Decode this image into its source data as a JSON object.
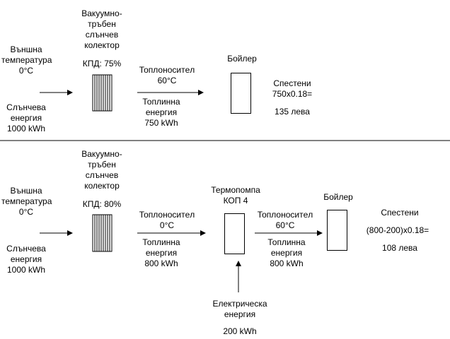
{
  "top": {
    "outside": [
      "Външна",
      "температура",
      "0°C"
    ],
    "solar_energy": [
      "Слънчева",
      "енергия",
      "1000 kWh"
    ],
    "collector": [
      "Вакуумно-",
      "тръбен",
      "слънчев",
      "колектор"
    ],
    "efficiency": "КПД: 75%",
    "carrier": [
      "Топлоноситeл",
      "60°C"
    ],
    "heat_energy": [
      "Топлинна",
      "енергия",
      "750 kWh"
    ],
    "boiler": "Бойлер",
    "savings": [
      "Спестени",
      "750x0.18="
    ],
    "savings_amount": "135 лева"
  },
  "bottom": {
    "outside": [
      "Външна",
      "температура",
      "0°C"
    ],
    "solar_energy": [
      "Слънчева",
      "енергия",
      "1000 kWh"
    ],
    "collector": [
      "Вакуумно-",
      "тръбен",
      "слънчев",
      "колектор"
    ],
    "efficiency": "КПД: 80%",
    "carrier1": [
      "Топлоноситeл",
      "0°C"
    ],
    "heat_energy1": [
      "Топлинна",
      "енергия",
      "800 kWh"
    ],
    "heatpump": [
      "Термопомпа",
      "КОП 4"
    ],
    "carrier2": [
      "Топлоноситeл",
      "60°C"
    ],
    "heat_energy2": [
      "Топлинна",
      "енергия",
      "800 kWh"
    ],
    "boiler": "Бойлер",
    "savings": "Спестени",
    "savings_formula": "(800-200)x0.18=",
    "savings_amount": "108 лева",
    "electric": [
      "Електрическа",
      "енергия"
    ],
    "electric_amount": "200 kWh"
  },
  "colors": {
    "line": "#000000",
    "background": "#ffffff"
  }
}
